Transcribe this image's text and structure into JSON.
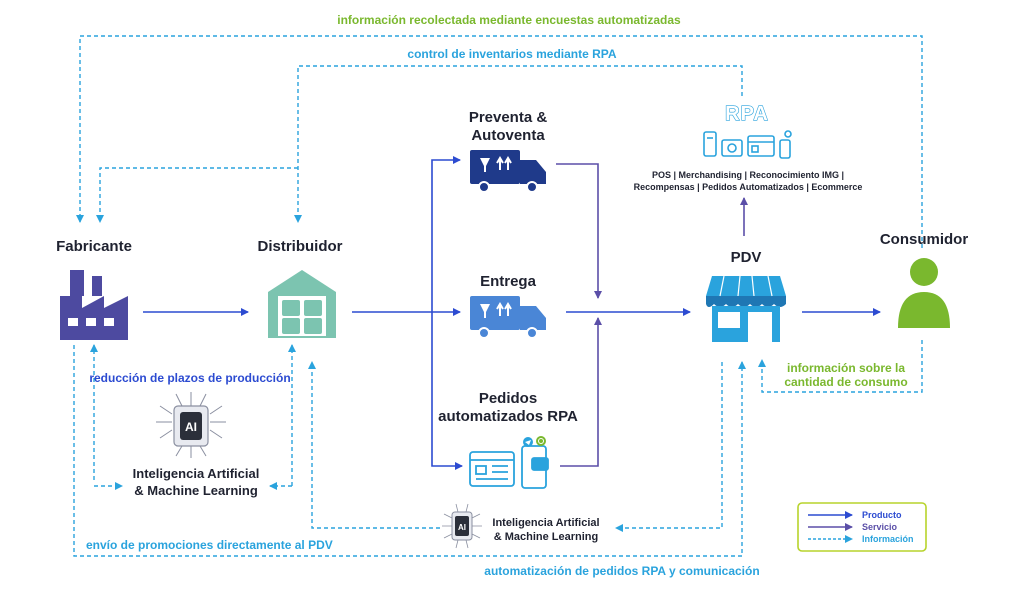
{
  "labels": {
    "top_green": "información recolectada mediante encuestas automatizadas",
    "top_blue": "control de inventarios mediante RPA",
    "fabricante": "Fabricante",
    "distribuidor": "Distribuidor",
    "preventa_line1": "Preventa &",
    "preventa_line2": "Autoventa",
    "entrega": "Entrega",
    "pedidos_line1": "Pedidos",
    "pedidos_line2": "automatizados RPA",
    "rpa": "RPA",
    "rpa_line1": "POS  |  Merchandising  | Reconocimiento IMG |",
    "rpa_line2": "Recompensas  |  Pedidos Automatizados  |  Ecommerce",
    "pdv": "PDV",
    "consumidor": "Consumidor",
    "reduccion": "reducción de plazos de producción",
    "ai_chip": "AI",
    "ai_left_line1": "Inteligencia Artificial",
    "ai_left_line2": "& Machine Learning",
    "ai_bottom_line1": "Inteligencia Artificial",
    "ai_bottom_line2": "& Machine Learning",
    "consumo_line1": "información sobre la",
    "consumo_line2": "cantidad de consumo",
    "envio": "envío de promociones directamente al PDV",
    "automatizacion": "automatización de pedidos RPA y comunicación"
  },
  "legend": {
    "producto": "Producto",
    "servicio": "Servicio",
    "informacion": "Información"
  },
  "colors": {
    "product": "#2c4bd1",
    "service": "#5b4fa8",
    "info": "#2aa3dd",
    "green": "#7ab82e",
    "factory": "#4d4aa0",
    "warehouse": "#7cc4b0",
    "truck_navy": "#1f3a8a",
    "truck_blue": "#4a86d6",
    "store": "#2aa3dd",
    "consumer": "#7ab82e"
  }
}
